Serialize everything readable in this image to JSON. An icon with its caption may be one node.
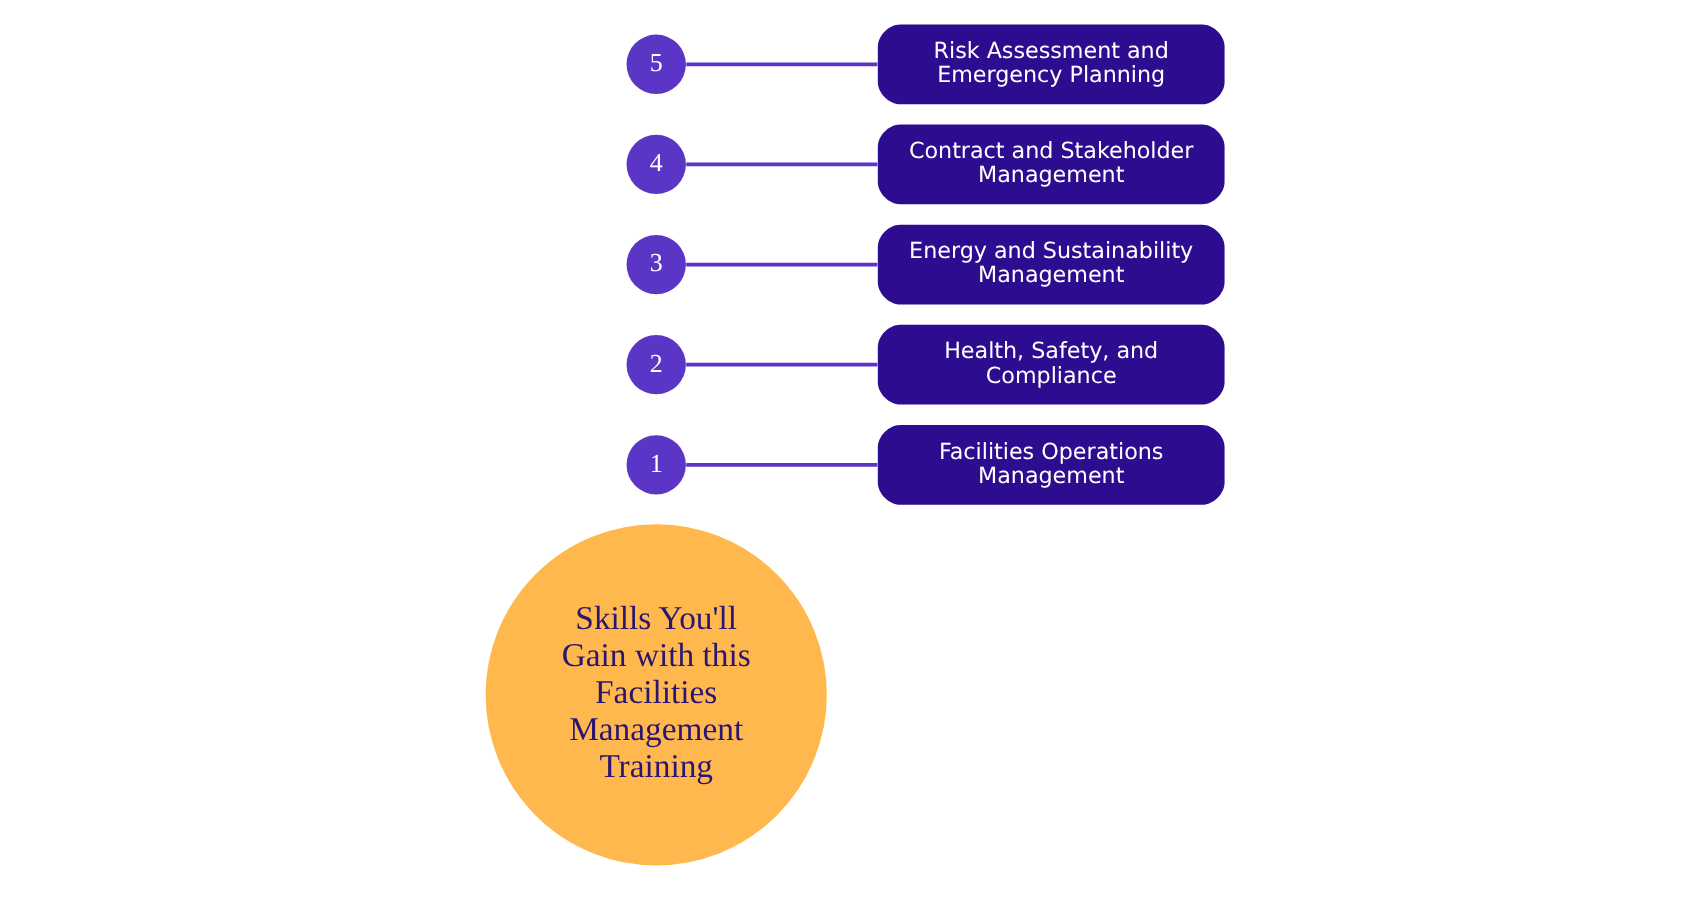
{
  "diagram": {
    "nodes": [
      {
        "text": [
          "Skills You'll Gain with this Facilities Management Training"
        ]
      },
      {
        "text": [
          "1"
        ]
      },
      {
        "text": [
          "Facilities Operations Management"
        ]
      },
      {
        "text": [
          "2"
        ]
      },
      {
        "text": [
          "Health, Safety, and Compliance"
        ]
      },
      {
        "text": [
          "3"
        ]
      },
      {
        "text": [
          "Energy and Sustainability Management"
        ]
      },
      {
        "text": [
          "4"
        ]
      },
      {
        "text": [
          "Contract and Stakeholder Management"
        ]
      },
      {
        "text": [
          "5"
        ]
      },
      {
        "text": [
          "Risk Assessment and Emergency Planning"
        ]
      }
    ],
    "edges": [
      {
        "from": 1,
        "to": 2,
        "arrow": "none"
      },
      {
        "from": 3,
        "to": 4,
        "arrow": "none"
      },
      {
        "from": 5,
        "to": 6,
        "arrow": "none"
      },
      {
        "from": 7,
        "to": 8,
        "arrow": "none"
      },
      {
        "from": 9,
        "to": 10,
        "arrow": "none"
      }
    ]
  }
}
